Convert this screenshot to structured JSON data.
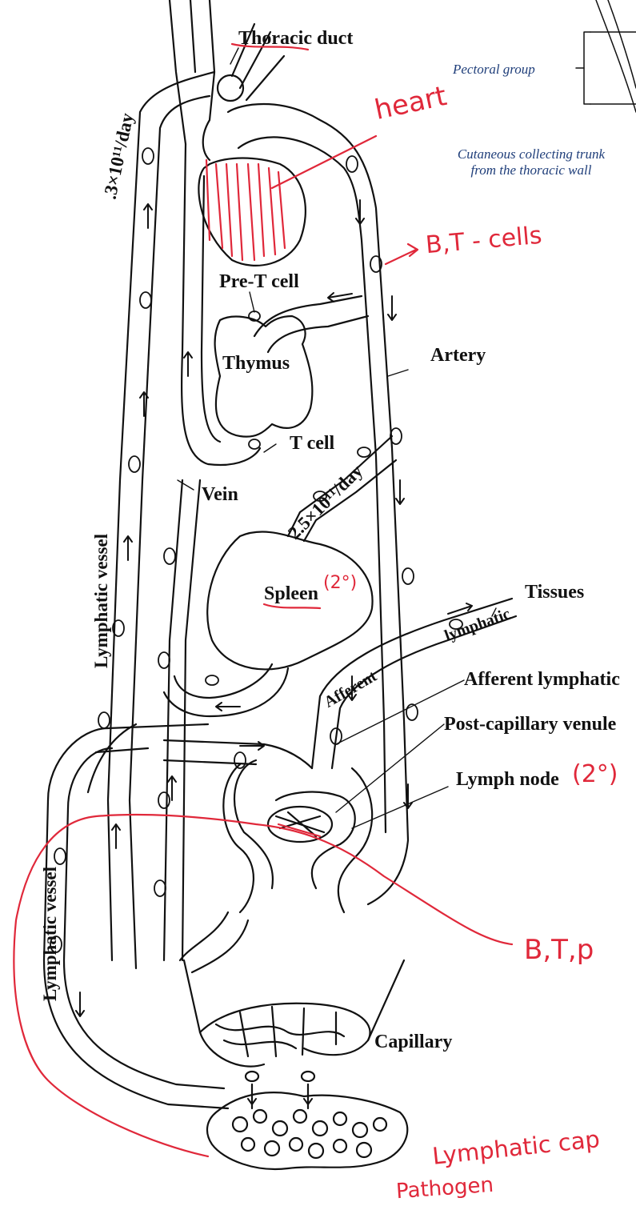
{
  "labels": {
    "thoracic_duct": "Thoracic duct",
    "rate_lymph": ".3×10¹¹/day",
    "pre_t_cell": "Pre-T cell",
    "thymus": "Thymus",
    "artery": "Artery",
    "t_cell": "T cell",
    "rate_spleen": "2.5×10¹¹/day",
    "lymphatic_vessel_upper": "Lymphatic vessel",
    "vein": "Vein",
    "spleen": "Spleen",
    "lymphatic": "lymphatic",
    "tissues": "Tissues",
    "afferent": "Afferent",
    "afferent_lymphatic": "Afferent lymphatic",
    "post_capillary_venule": "Post-capillary venule",
    "lymph_node": "Lymph node",
    "lymphatic_vessel_lower": "Lymphatic vessel",
    "capillary": "Capillary"
  },
  "background_anatomy": {
    "pectoral_group": "Pectoral group",
    "cutaneous_trunk_line1": "Cutaneous collecting trunk",
    "cutaneous_trunk_line2": "from the thoracic wall"
  },
  "annotations": {
    "heart": "heart",
    "bt_cells": "B,T - cells",
    "spleen_2": "(2°)",
    "lymph_node_2": "(2°)",
    "bt_p": "B,T,p",
    "lymphatic_cap": "Lymphatic cap",
    "pathogen": "Pathogen"
  },
  "colors": {
    "ink": "#111111",
    "annotation_red": "#e0283a",
    "print_blue": "#1f3e7a"
  }
}
